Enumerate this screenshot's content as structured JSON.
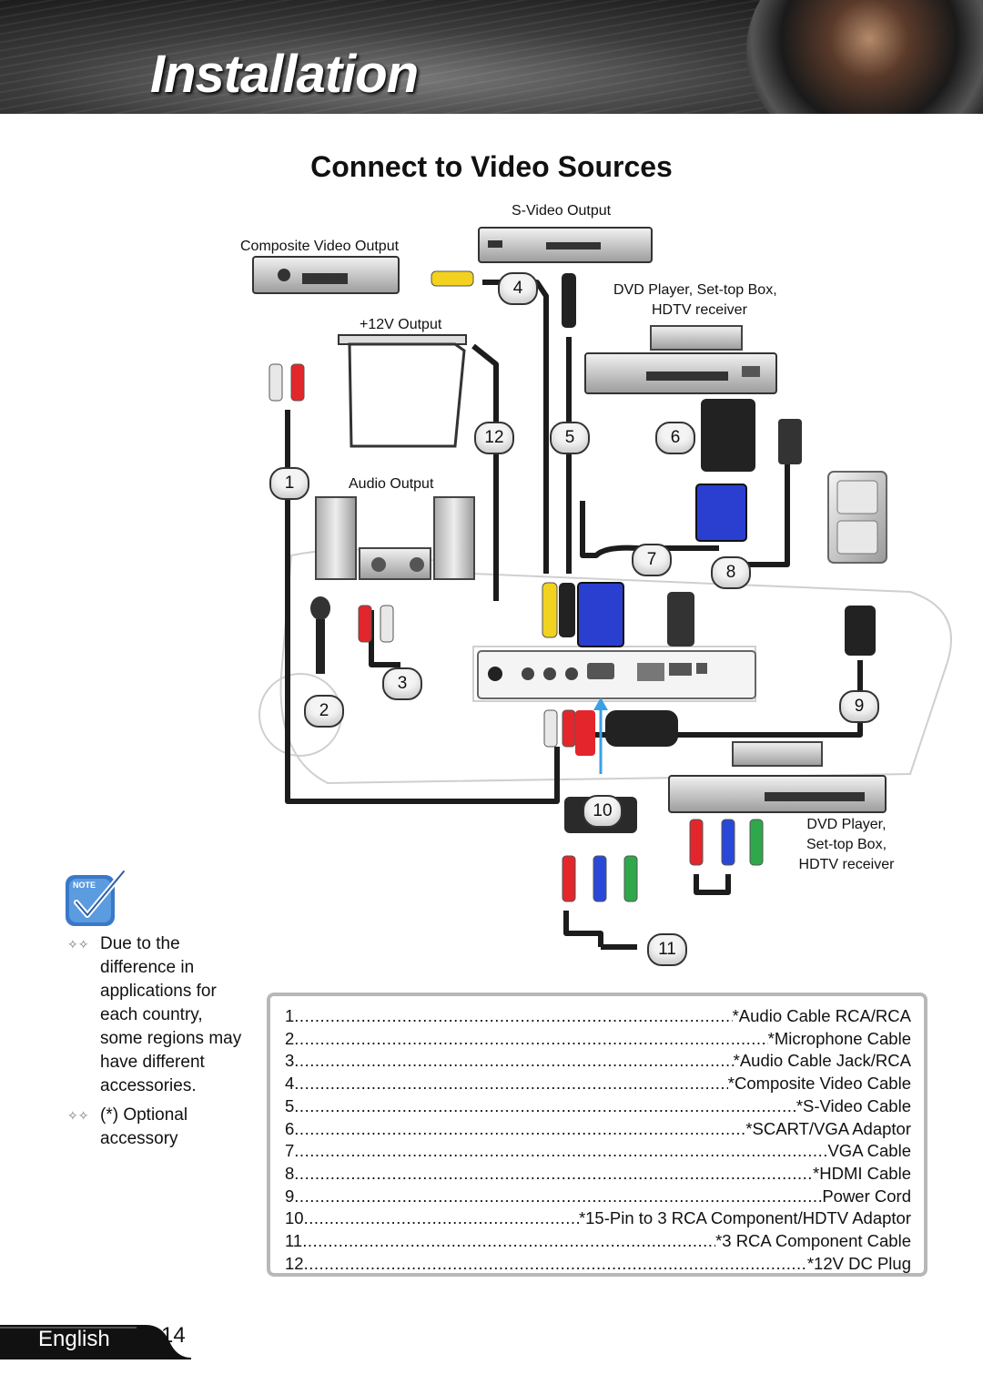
{
  "header": {
    "title": "Installation"
  },
  "section_title": "Connect to Video Sources",
  "diagram": {
    "labels": {
      "svideo_output": "S-Video Output",
      "composite_output": "Composite Video Output",
      "dvd_player_top": "DVD Player, Set-top Box,",
      "hdtv_receiver_top": "HDTV receiver",
      "output_12v": "+12V Output",
      "audio_output": "Audio Output",
      "dvd_player_bottom": "DVD Player,",
      "settop_bottom": "Set-top Box,",
      "hdtv_receiver_bottom": "HDTV receiver"
    },
    "callouts": [
      "1",
      "2",
      "3",
      "4",
      "5",
      "6",
      "7",
      "8",
      "9",
      "10",
      "11",
      "12"
    ]
  },
  "note": {
    "badge": "NOTE",
    "items": [
      "Due to the difference in applications for each country, some regions may have different accessories.",
      "(*) Optional accessory"
    ]
  },
  "legend": [
    {
      "n": "1",
      "text": "*Audio Cable RCA/RCA"
    },
    {
      "n": "2",
      "text": "*Microphone Cable"
    },
    {
      "n": "3",
      "text": "*Audio Cable Jack/RCA"
    },
    {
      "n": "4",
      "text": "*Composite Video Cable"
    },
    {
      "n": "5",
      "text": "*S-Video Cable"
    },
    {
      "n": "6",
      "text": " *SCART/VGA Adaptor"
    },
    {
      "n": "7",
      "text": "VGA Cable"
    },
    {
      "n": "8",
      "text": "*HDMI Cable"
    },
    {
      "n": "9",
      "text": "Power Cord"
    },
    {
      "n": "10",
      "text": "*15-Pin to 3 RCA Component/HDTV Adaptor"
    },
    {
      "n": "11",
      "text": "*3 RCA Component Cable"
    },
    {
      "n": "12",
      "text": " *12V DC Plug"
    }
  ],
  "footer": {
    "language": "English",
    "page": "14"
  },
  "colors": {
    "banner_dark": "#101010",
    "cable": "#222222",
    "rca_red": "#e3262b",
    "rca_white": "#e8e8e8",
    "rca_yellow": "#f2d21e",
    "rca_green": "#2ea84a",
    "rca_blue": "#2a48d8",
    "vga_blue": "#2a3fd0",
    "legend_border": "#b8b8b8"
  }
}
